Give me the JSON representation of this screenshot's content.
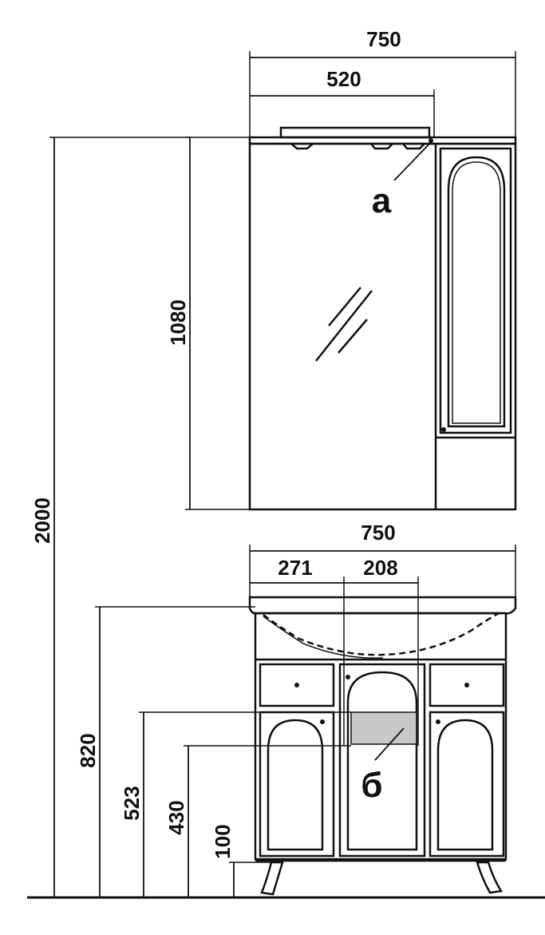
{
  "dimensions": {
    "mirror_width": "750",
    "shelf_width": "520",
    "mirror_height": "1080",
    "total_height": "2000",
    "vanity_width": "750",
    "sink_left_offset": "271",
    "sink_width": "208",
    "vanity_height": "820",
    "drain_height": "523",
    "drain_lower_height": "430",
    "legs_height": "100"
  },
  "markers": {
    "a": "а",
    "b": "б"
  }
}
